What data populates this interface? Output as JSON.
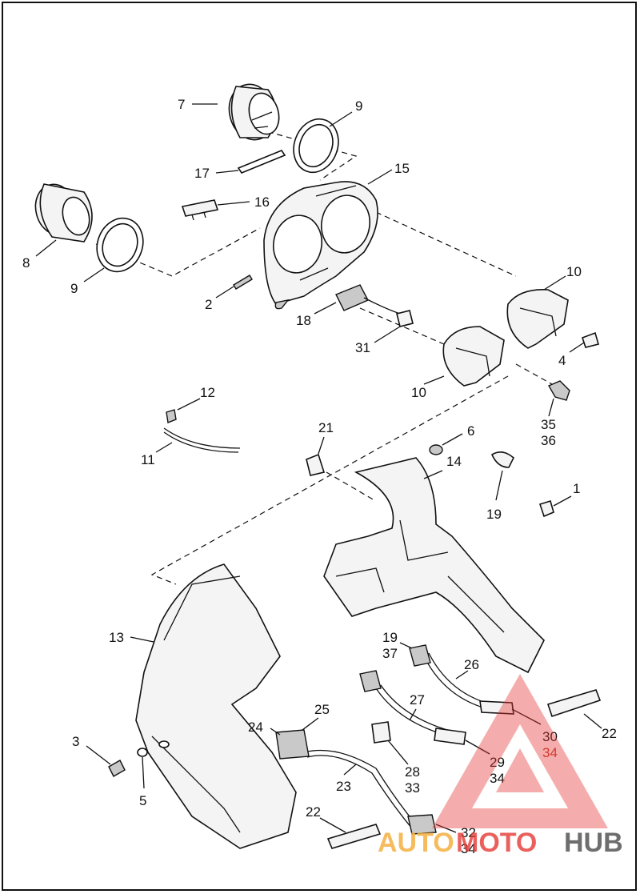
{
  "diagram": {
    "callouts": [
      {
        "id": "c7",
        "text": "7"
      },
      {
        "id": "c9a",
        "text": "9"
      },
      {
        "id": "c17",
        "text": "17"
      },
      {
        "id": "c15",
        "text": "15"
      },
      {
        "id": "c16",
        "text": "16"
      },
      {
        "id": "c8",
        "text": "8"
      },
      {
        "id": "c9b",
        "text": "9"
      },
      {
        "id": "c2",
        "text": "2"
      },
      {
        "id": "c18",
        "text": "18"
      },
      {
        "id": "c31",
        "text": "31"
      },
      {
        "id": "c10a",
        "text": "10"
      },
      {
        "id": "c4",
        "text": "4"
      },
      {
        "id": "c10b",
        "text": "10"
      },
      {
        "id": "c35",
        "text": "35"
      },
      {
        "id": "c36",
        "text": "36"
      },
      {
        "id": "c12",
        "text": "12"
      },
      {
        "id": "c11",
        "text": "11"
      },
      {
        "id": "c21",
        "text": "21"
      },
      {
        "id": "c6",
        "text": "6"
      },
      {
        "id": "c14",
        "text": "14"
      },
      {
        "id": "c19a",
        "text": "19"
      },
      {
        "id": "c1",
        "text": "1"
      },
      {
        "id": "c13",
        "text": "13"
      },
      {
        "id": "c19b",
        "text": "19"
      },
      {
        "id": "c37",
        "text": "37"
      },
      {
        "id": "c26",
        "text": "26"
      },
      {
        "id": "c25",
        "text": "25"
      },
      {
        "id": "c27",
        "text": "27"
      },
      {
        "id": "c24",
        "text": "24"
      },
      {
        "id": "c30",
        "text": "30"
      },
      {
        "id": "c34a",
        "text": "34"
      },
      {
        "id": "c22a",
        "text": "22"
      },
      {
        "id": "c3",
        "text": "3"
      },
      {
        "id": "c29",
        "text": "29"
      },
      {
        "id": "c34b",
        "text": "34"
      },
      {
        "id": "c28",
        "text": "28"
      },
      {
        "id": "c33",
        "text": "33"
      },
      {
        "id": "c23",
        "text": "23"
      },
      {
        "id": "c5",
        "text": "5"
      },
      {
        "id": "c22b",
        "text": "22"
      },
      {
        "id": "c32",
        "text": "32"
      },
      {
        "id": "c34c",
        "text": "34"
      }
    ]
  },
  "watermark": {
    "part1": "AUTO",
    "part2": "MOTO",
    "part3": "HUB",
    "color_red": "#e53935",
    "color_orange": "#f5b041",
    "color_gray": "#555555"
  }
}
